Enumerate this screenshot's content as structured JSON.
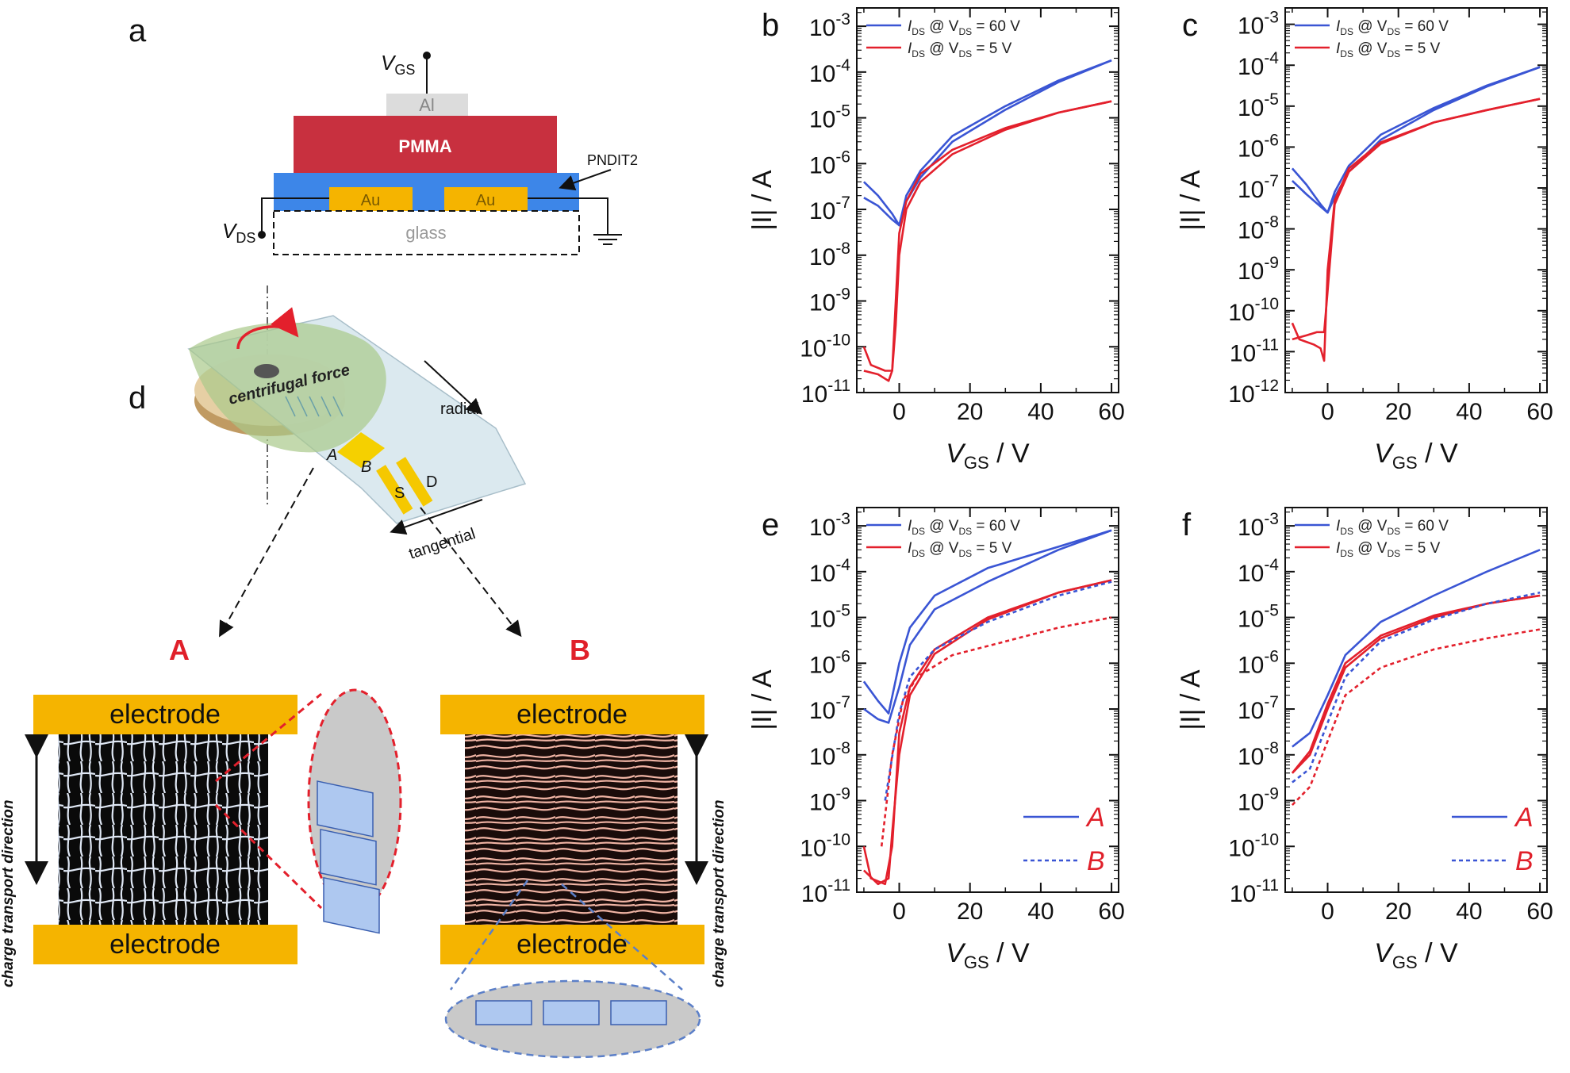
{
  "colors": {
    "blue": "#3a55d4",
    "red": "#e3202c",
    "gold": "#f5b400",
    "pmma": "#c8303f",
    "pndit2": "#3d86e8",
    "al": "#dcdcdc"
  },
  "panel_a": {
    "letter": "a",
    "vgs": "V",
    "vgs_sub": "GS",
    "vds": "V",
    "vds_sub": "DS",
    "al": "Al",
    "pmma": "PMMA",
    "pndit2": "PNDIT2",
    "au": "Au",
    "glass": "glass"
  },
  "panel_d": {
    "letter": "d",
    "centrifugal": "centrifugal force",
    "radial": "radial",
    "tangential": "tangential",
    "label_A": "A",
    "label_B": "B",
    "label_S": "S",
    "label_D": "D"
  },
  "morphology": {
    "A_title": "A",
    "B_title": "B",
    "electrode": "electrode",
    "charge_dir": "charge transport direction"
  },
  "axis": {
    "x_label_main": "V",
    "x_label_sub": "GS",
    "x_label_unit": " / V",
    "y_label": "|I| / A"
  },
  "legend": {
    "i60_a": "I",
    "i60_sub_a": "DS",
    "i60_b": " @ V",
    "i60_sub_b": "DS",
    "i60_c": " = 60 V",
    "i5_a": "I",
    "i5_sub_a": "DS",
    "i5_b": " @ V",
    "i5_sub_b": "DS",
    "i5_c": " = 5 V",
    "solid": "A",
    "dotted": "B"
  },
  "chart_data": [
    {
      "panel": "b",
      "type": "line",
      "ylog": true,
      "xlim": [
        -12,
        62
      ],
      "ylim_exp": [
        -11,
        -2.6
      ],
      "xticks": [
        0,
        20,
        40,
        60
      ],
      "yticks_exp": [
        -11,
        -10,
        -9,
        -8,
        -7,
        -6,
        -5,
        -4,
        -3
      ],
      "series": [
        {
          "name": "IDS @ VDS = 60 V",
          "color": "blue",
          "dash": false,
          "points": [
            [
              -10,
              4e-07
            ],
            [
              -6,
              2e-07
            ],
            [
              -2,
              8e-08
            ],
            [
              0,
              4.5e-08
            ],
            [
              2,
              1.5e-07
            ],
            [
              6,
              5e-07
            ],
            [
              15,
              3e-06
            ],
            [
              30,
              1.5e-05
            ],
            [
              45,
              6e-05
            ],
            [
              60,
              0.00018
            ]
          ]
        },
        {
          "name": "IDS @ VDS = 60 V",
          "color": "blue",
          "dash": false,
          "points": [
            [
              -10,
              1.8e-07
            ],
            [
              -6,
              1.2e-07
            ],
            [
              -2,
              6e-08
            ],
            [
              0,
              4.5e-08
            ],
            [
              2,
              2e-07
            ],
            [
              6,
              7e-07
            ],
            [
              15,
              4e-06
            ],
            [
              30,
              1.8e-05
            ],
            [
              45,
              6.5e-05
            ],
            [
              60,
              0.00018
            ]
          ]
        },
        {
          "name": "IDS @ VDS = 5 V",
          "color": "red",
          "dash": false,
          "points": [
            [
              -10,
              1e-10
            ],
            [
              -8,
              4e-11
            ],
            [
              -4,
              3e-11
            ],
            [
              -2,
              3e-11
            ],
            [
              -1,
              1e-09
            ],
            [
              0,
              3e-08
            ],
            [
              2,
              1.5e-07
            ],
            [
              6,
              6e-07
            ],
            [
              15,
              2e-06
            ],
            [
              30,
              6e-06
            ],
            [
              45,
              1.3e-05
            ],
            [
              60,
              2.3e-05
            ]
          ]
        },
        {
          "name": "IDS @ VDS = 5 V",
          "color": "red",
          "dash": false,
          "points": [
            [
              -10,
              3e-11
            ],
            [
              -6,
              2.5e-11
            ],
            [
              -3,
              1.8e-11
            ],
            [
              -2,
              3e-11
            ],
            [
              -1,
              3e-10
            ],
            [
              0,
              1e-08
            ],
            [
              2,
              1e-07
            ],
            [
              6,
              4e-07
            ],
            [
              15,
              1.6e-06
            ],
            [
              30,
              5.5e-06
            ],
            [
              45,
              1.3e-05
            ],
            [
              60,
              2.3e-05
            ]
          ]
        }
      ]
    },
    {
      "panel": "c",
      "type": "line",
      "ylog": true,
      "xlim": [
        -12,
        62
      ],
      "ylim_exp": [
        -12,
        -2.6
      ],
      "xticks": [
        0,
        20,
        40,
        60
      ],
      "yticks_exp": [
        -12,
        -11,
        -10,
        -9,
        -8,
        -7,
        -6,
        -5,
        -4,
        -3
      ],
      "series": [
        {
          "name": "IDS @ VDS = 60 V",
          "color": "blue",
          "dash": false,
          "points": [
            [
              -10,
              3e-07
            ],
            [
              -6,
              1.2e-07
            ],
            [
              -2,
              4e-08
            ],
            [
              0,
              2.5e-08
            ],
            [
              2,
              6e-08
            ],
            [
              6,
              2.5e-07
            ],
            [
              15,
              1.5e-06
            ],
            [
              30,
              8e-06
            ],
            [
              45,
              3e-05
            ],
            [
              60,
              9e-05
            ]
          ]
        },
        {
          "name": "IDS @ VDS = 60 V",
          "color": "blue",
          "dash": false,
          "points": [
            [
              -10,
              1.5e-07
            ],
            [
              -6,
              7e-08
            ],
            [
              -2,
              3.5e-08
            ],
            [
              0,
              2.5e-08
            ],
            [
              2,
              8e-08
            ],
            [
              6,
              3.5e-07
            ],
            [
              15,
              2e-06
            ],
            [
              30,
              9e-06
            ],
            [
              45,
              3.2e-05
            ],
            [
              60,
              9e-05
            ]
          ]
        },
        {
          "name": "IDS @ VDS = 5 V",
          "color": "red",
          "dash": false,
          "points": [
            [
              -10,
              5e-11
            ],
            [
              -8,
              2e-11
            ],
            [
              -4,
              1.5e-11
            ],
            [
              -2,
              1.2e-11
            ],
            [
              -1,
              6e-12
            ],
            [
              0,
              1e-09
            ],
            [
              2,
              5e-08
            ],
            [
              6,
              3e-07
            ],
            [
              15,
              1.3e-06
            ],
            [
              30,
              4e-06
            ],
            [
              45,
              8e-06
            ],
            [
              60,
              1.5e-05
            ]
          ]
        },
        {
          "name": "IDS @ VDS = 5 V",
          "color": "red",
          "dash": false,
          "points": [
            [
              -10,
              2e-11
            ],
            [
              -6,
              2.5e-11
            ],
            [
              -3,
              3e-11
            ],
            [
              -1,
              3e-11
            ],
            [
              0,
              3e-10
            ],
            [
              2,
              4e-08
            ],
            [
              6,
              2.5e-07
            ],
            [
              15,
              1.2e-06
            ],
            [
              30,
              4e-06
            ],
            [
              45,
              8e-06
            ],
            [
              60,
              1.5e-05
            ]
          ]
        }
      ]
    },
    {
      "panel": "e",
      "type": "line",
      "ylog": true,
      "xlim": [
        -12,
        62
      ],
      "ylim_exp": [
        -11,
        -2.6
      ],
      "xticks": [
        0,
        20,
        40,
        60
      ],
      "yticks_exp": [
        -11,
        -10,
        -9,
        -8,
        -7,
        -6,
        -5,
        -4,
        -3
      ],
      "series": [
        {
          "name": "A, VDS = 60 V",
          "color": "blue",
          "dash": false,
          "points": [
            [
              -10,
              4e-07
            ],
            [
              -6,
              1.5e-07
            ],
            [
              -3,
              8e-08
            ],
            [
              0,
              1e-06
            ],
            [
              3,
              6e-06
            ],
            [
              10,
              3e-05
            ],
            [
              25,
              0.00012
            ],
            [
              45,
              0.00035
            ],
            [
              60,
              0.0008
            ]
          ]
        },
        {
          "name": "A, VDS = 60 V",
          "color": "blue",
          "dash": false,
          "points": [
            [
              -10,
              1e-07
            ],
            [
              -6,
              6e-08
            ],
            [
              -3,
              5e-08
            ],
            [
              0,
              3e-07
            ],
            [
              3,
              2.5e-06
            ],
            [
              10,
              1.5e-05
            ],
            [
              25,
              6e-05
            ],
            [
              45,
              0.0003
            ],
            [
              60,
              0.0008
            ]
          ]
        },
        {
          "name": "A, VDS = 5 V",
          "color": "red",
          "dash": false,
          "points": [
            [
              -10,
              1e-10
            ],
            [
              -8,
              2e-11
            ],
            [
              -4,
              1.5e-11
            ],
            [
              -2,
              1e-10
            ],
            [
              0,
              3e-08
            ],
            [
              3,
              3e-07
            ],
            [
              10,
              2e-06
            ],
            [
              25,
              1e-05
            ],
            [
              45,
              3.5e-05
            ],
            [
              60,
              6.5e-05
            ]
          ]
        },
        {
          "name": "A, VDS = 5 V",
          "color": "red",
          "dash": false,
          "points": [
            [
              -10,
              3e-11
            ],
            [
              -6,
              1.5e-11
            ],
            [
              -3,
              2e-11
            ],
            [
              -2,
              2e-10
            ],
            [
              0,
              1e-08
            ],
            [
              3,
              2e-07
            ],
            [
              10,
              1.6e-06
            ],
            [
              25,
              9e-06
            ],
            [
              45,
              3.5e-05
            ],
            [
              60,
              6.5e-05
            ]
          ]
        },
        {
          "name": "B, VDS = 60 V",
          "color": "blue",
          "dash": true,
          "points": [
            [
              -4,
              1e-09
            ],
            [
              0,
              8e-08
            ],
            [
              3,
              5e-07
            ],
            [
              10,
              2e-06
            ],
            [
              25,
              8e-06
            ],
            [
              45,
              3e-05
            ],
            [
              60,
              6e-05
            ]
          ]
        },
        {
          "name": "B, VDS = 5 V",
          "color": "red",
          "dash": true,
          "points": [
            [
              -5,
              1e-10
            ],
            [
              -2,
              1e-08
            ],
            [
              1,
              1.5e-07
            ],
            [
              5,
              5e-07
            ],
            [
              15,
              1.5e-06
            ],
            [
              30,
              3e-06
            ],
            [
              45,
              6e-06
            ],
            [
              60,
              1e-05
            ]
          ]
        }
      ]
    },
    {
      "panel": "f",
      "type": "line",
      "ylog": true,
      "xlim": [
        -12,
        62
      ],
      "ylim_exp": [
        -11,
        -2.6
      ],
      "xticks": [
        0,
        20,
        40,
        60
      ],
      "yticks_exp": [
        -11,
        -10,
        -9,
        -8,
        -7,
        -6,
        -5,
        -4,
        -3
      ],
      "series": [
        {
          "name": "A, VDS = 60 V",
          "color": "blue",
          "dash": false,
          "points": [
            [
              -10,
              1.5e-08
            ],
            [
              -5,
              3e-08
            ],
            [
              0,
              2e-07
            ],
            [
              5,
              1.5e-06
            ],
            [
              15,
              8e-06
            ],
            [
              30,
              3e-05
            ],
            [
              45,
              0.0001
            ],
            [
              60,
              0.0003
            ]
          ]
        },
        {
          "name": "A, VDS = 5 V",
          "color": "red",
          "dash": false,
          "points": [
            [
              -10,
              4e-09
            ],
            [
              -5,
              1e-08
            ],
            [
              0,
              1e-07
            ],
            [
              5,
              8e-07
            ],
            [
              15,
              3.5e-06
            ],
            [
              30,
              1e-05
            ],
            [
              45,
              2e-05
            ],
            [
              60,
              3e-05
            ]
          ]
        },
        {
          "name": "A, VDS = 5 V",
          "color": "red",
          "dash": false,
          "points": [
            [
              -10,
              4e-09
            ],
            [
              -5,
              1.2e-08
            ],
            [
              0,
              1.3e-07
            ],
            [
              5,
              1e-06
            ],
            [
              15,
              4e-06
            ],
            [
              30,
              1.1e-05
            ],
            [
              45,
              2e-05
            ],
            [
              60,
              3e-05
            ]
          ]
        },
        {
          "name": "B, VDS = 60 V",
          "color": "blue",
          "dash": true,
          "points": [
            [
              -10,
              2.5e-09
            ],
            [
              -5,
              5e-09
            ],
            [
              0,
              5e-08
            ],
            [
              5,
              5e-07
            ],
            [
              15,
              3e-06
            ],
            [
              30,
              9e-06
            ],
            [
              45,
              2e-05
            ],
            [
              60,
              3.5e-05
            ]
          ]
        },
        {
          "name": "B, VDS = 5 V",
          "color": "red",
          "dash": true,
          "points": [
            [
              -10,
              8e-10
            ],
            [
              -5,
              2e-09
            ],
            [
              0,
              2e-08
            ],
            [
              5,
              2e-07
            ],
            [
              15,
              8e-07
            ],
            [
              30,
              2e-06
            ],
            [
              45,
              3.5e-06
            ],
            [
              60,
              5.5e-06
            ]
          ]
        }
      ]
    }
  ]
}
